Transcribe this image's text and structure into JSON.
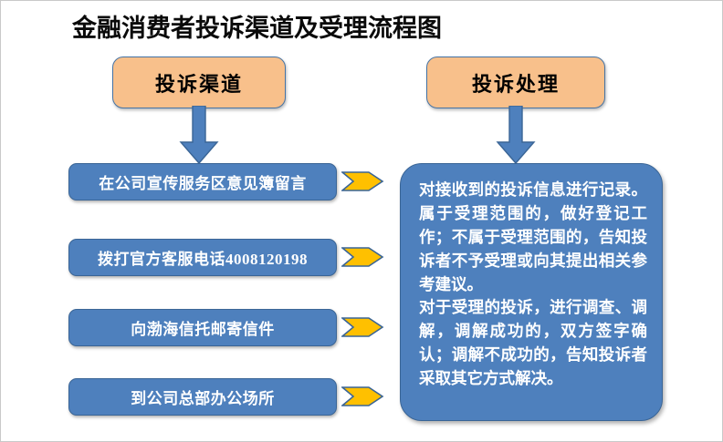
{
  "page": {
    "title": "金融消费者投诉渠道及受理流程图",
    "background_color": "#ffffff",
    "border_color": "#c9c9c9"
  },
  "colors": {
    "orange_fill": "#F8C08B",
    "blue_fill": "#4E80BD",
    "blue_border": "#3A6596",
    "yellow_fill": "#FFC000",
    "arrow_border": "#3A6596",
    "text_dark": "#000000",
    "text_light": "#ffffff"
  },
  "headers": {
    "left": "投诉渠道",
    "right": "投诉处理"
  },
  "channels": [
    {
      "label": "在公司宣传服务区意见簿留言",
      "arrow": "yellow-right-arrow"
    },
    {
      "label": "拨打官方客服电话4008120198",
      "arrow": "yellow-right-arrow"
    },
    {
      "label": "向渤海信托邮寄信件",
      "arrow": "yellow-right-arrow"
    },
    {
      "label": "到公司总部办公场所",
      "arrow": "yellow-right-arrow"
    }
  ],
  "process": {
    "paragraph_1": "对接收到的投诉信息进行记录。属于受理范围的，做好登记工作；不属于受理范围的，告知投诉者不予受理或向其提出相关参考建议。",
    "paragraph_2": "对于受理的投诉，进行调查、调解，调解成功的，双方签字确认；调解不成功的，告知投诉者采取其它方式解决。"
  },
  "connectors": {
    "left_down_arrow": "down-arrow",
    "right_down_arrow": "down-arrow"
  }
}
